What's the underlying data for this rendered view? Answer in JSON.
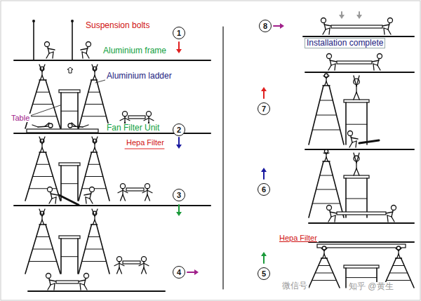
{
  "diagram": {
    "nodes": [
      {
        "text": [
          "1"
        ]
      },
      {
        "text": [
          "2"
        ]
      },
      {
        "text": [
          "3"
        ]
      },
      {
        "text": [
          "4"
        ]
      },
      {
        "text": [
          "8"
        ]
      },
      {
        "text": [
          "7"
        ]
      },
      {
        "text": [
          "6"
        ]
      },
      {
        "text": [
          "5"
        ]
      }
    ],
    "labels": [
      "Suspension bolts",
      "Aluminium frame",
      "Aluminium ladder",
      "Table",
      "Fan Filter Unit",
      "Hepa Filter",
      "Installation complete",
      "Hepa Filter",
      "微信号",
      "知乎 @黄生"
    ]
  }
}
